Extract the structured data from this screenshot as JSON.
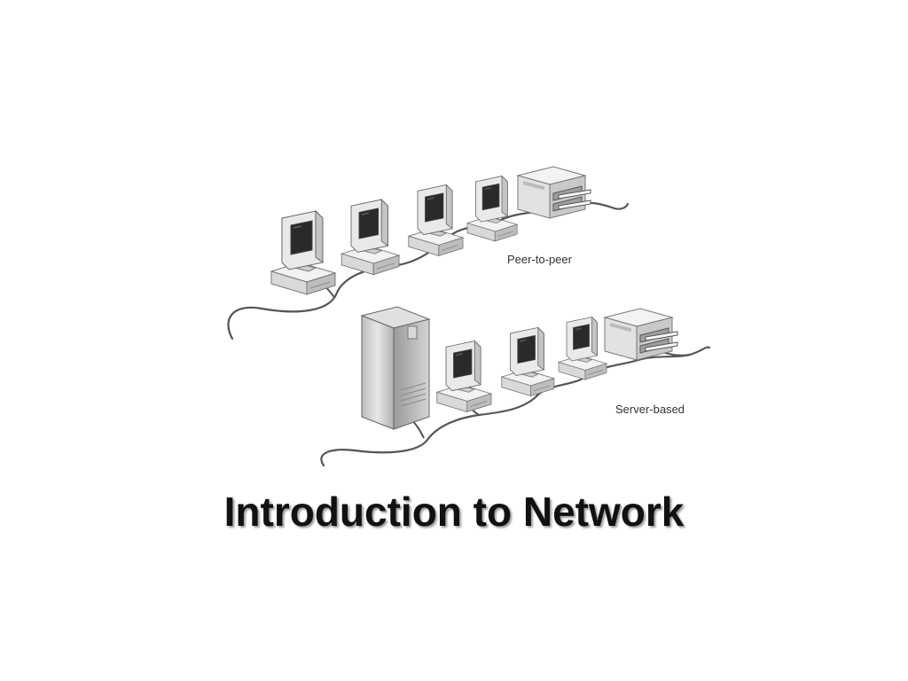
{
  "slide": {
    "title": "Introduction to Network"
  },
  "diagram": {
    "peer_to_peer_label": "Peer-to-peer",
    "server_based_label": "Server-based",
    "colors": {
      "cable": "#555555",
      "device_light": "#eeeeee",
      "device_mid": "#cfcfcf",
      "device_dark": "#8c8c8c",
      "screen": "#2a2a2a"
    }
  }
}
